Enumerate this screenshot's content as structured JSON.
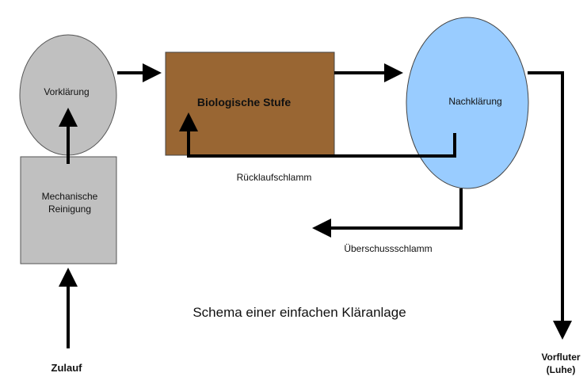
{
  "nodes": {
    "vorklaerung": {
      "label": "Vorklärung",
      "color": "#c0c0c0"
    },
    "biologische_stufe": {
      "label": "Biologische Stufe",
      "color": "#996633"
    },
    "nachklaerung": {
      "label": "Nachklärung",
      "color": "#99ccff"
    },
    "mechanische_reinigung": {
      "label_line1": "Mechanische",
      "label_line2": "Reinigung",
      "color": "#c0c0c0"
    }
  },
  "labels": {
    "ruecklaufschlamm": "Rücklaufschlamm",
    "ueberschussschlamm": "Überschussschlamm",
    "title": "Schema einer einfachen Kläranlage",
    "zulauf": "Zulauf",
    "vorfluter_line1": "Vorfluter",
    "vorfluter_line2": "(Luhe)"
  }
}
